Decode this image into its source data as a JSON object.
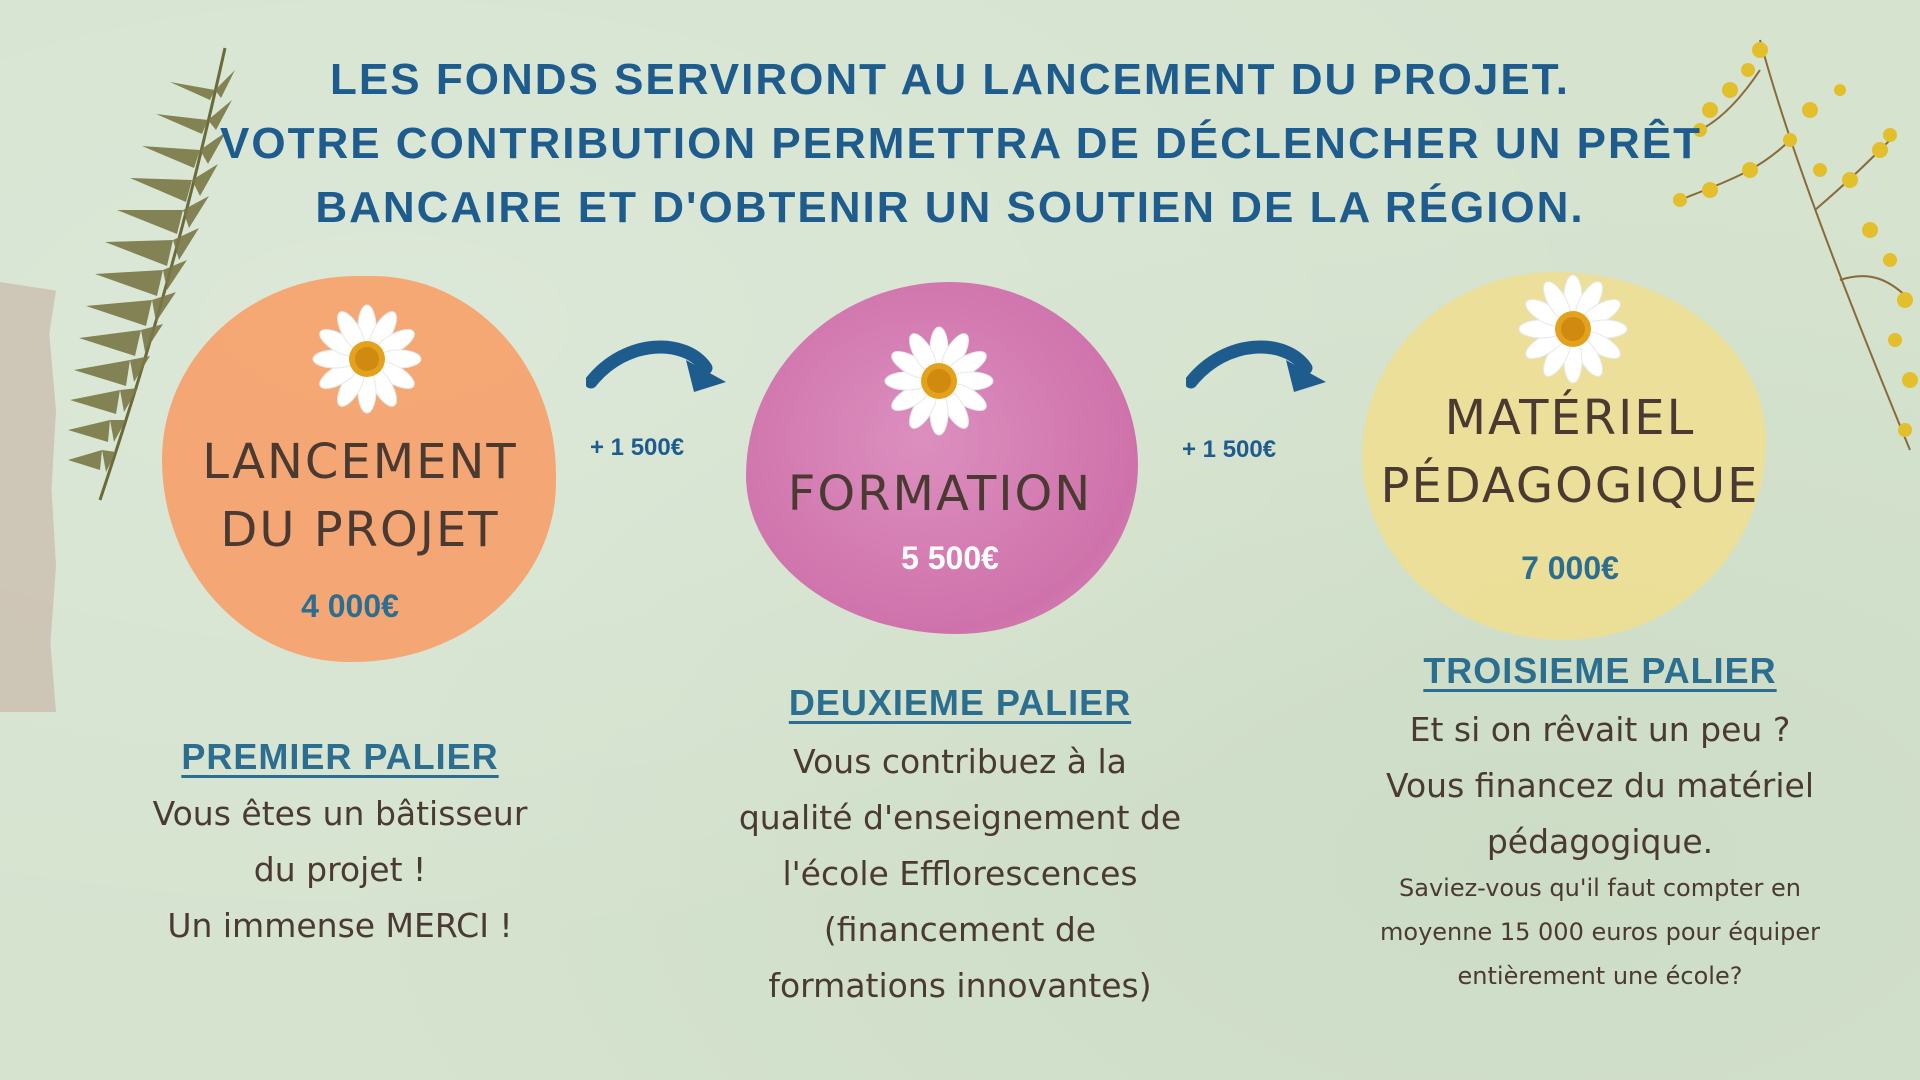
{
  "header": {
    "line1": "LES FONDS SERVIRONT AU LANCEMENT DU PROJET.",
    "line2": "VOTRE CONTRIBUTION PERMETTRA DE DÉCLENCHER UN PRÊT",
    "line3": "BANCAIRE ET D'OBTENIR UN SOUTIEN DE LA RÉGION."
  },
  "stages": [
    {
      "title_1": "LANCEMENT",
      "title_2": "DU PROJET",
      "amount": "4 000€"
    },
    {
      "title_1": "FORMATION",
      "amount": "5 500€"
    },
    {
      "title_1": "MATÉRIEL",
      "title_2": "PÉDAGOGIQUE",
      "amount": "7 000€"
    }
  ],
  "steps": [
    {
      "label": "+ 1 500€"
    },
    {
      "label": "+ 1 500€"
    }
  ],
  "paliers": [
    {
      "title": "PREMIER PALIER",
      "lines": [
        "Vous êtes un bâtisseur",
        "du projet !",
        "Un immense MERCI !"
      ]
    },
    {
      "title": "DEUXIEME PALIER",
      "lines": [
        "Vous contribuez à la",
        "qualité d'enseignement de",
        "l'école Efflorescences",
        "(financement de",
        "formations innovantes)"
      ]
    },
    {
      "title": "TROISIEME PALIER",
      "lines": [
        "Et si on rêvait un peu ?",
        "Vous financez du matériel",
        "pédagogique."
      ],
      "note": [
        "Saviez-vous qu'il faut compter en",
        "moyenne 15 000 euros pour équiper",
        "entièrement une école?"
      ]
    }
  ],
  "colors": {
    "background": "#d5e3cf",
    "header": "#1f5c8e",
    "orange": "#f6a36f",
    "pink": "#d47fb4",
    "yellow": "#ecde96",
    "amount_blue": "#2c6e90"
  }
}
